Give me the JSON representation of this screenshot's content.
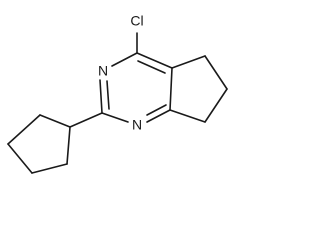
{
  "molecule": {
    "atoms": {
      "chlorine": "Cl",
      "nitrogen_top": "N",
      "nitrogen_bottom": "N"
    }
  }
}
